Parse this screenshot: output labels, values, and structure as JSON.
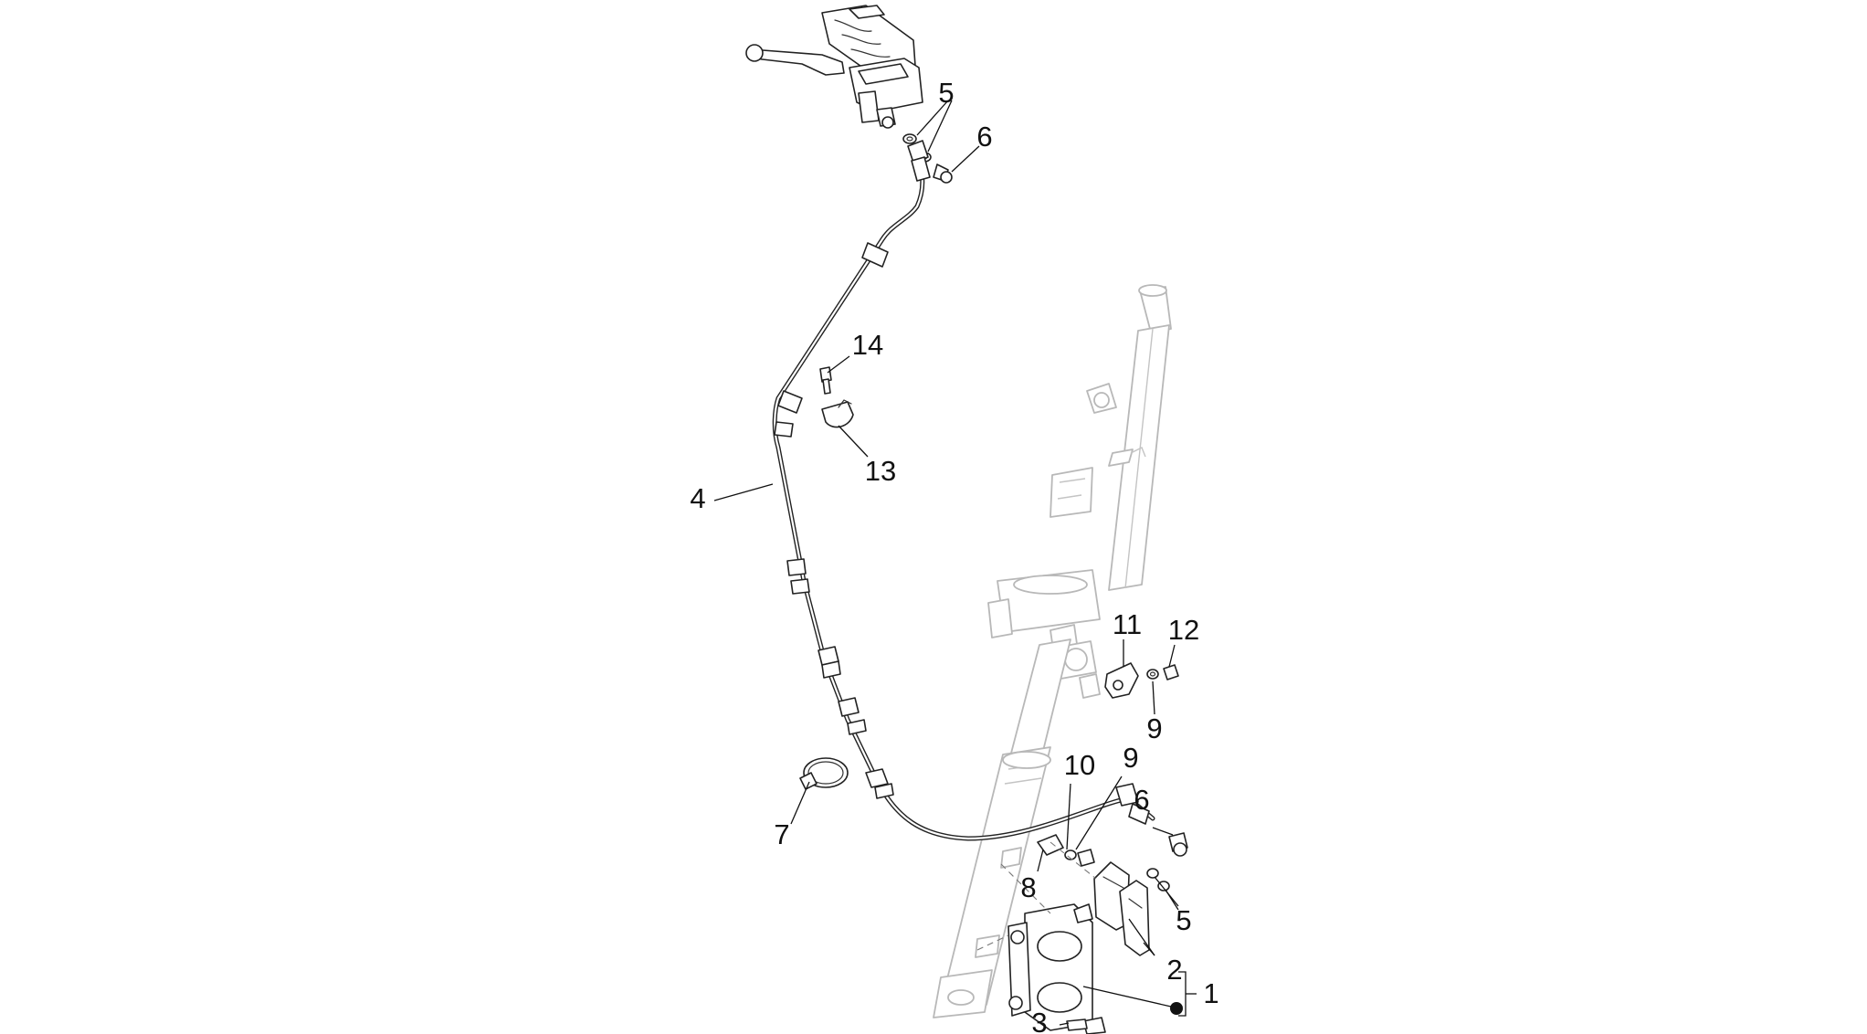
{
  "callouts": {
    "c1": "1",
    "c2": "2",
    "c3": "3",
    "c4": "4",
    "c5a": "5",
    "c5b": "5",
    "c6a": "6",
    "c6b": "6",
    "c7": "7",
    "c8": "8",
    "c9a": "9",
    "c9b": "9",
    "c10": "10",
    "c11": "11",
    "c12": "12",
    "c13": "13",
    "c14": "14"
  }
}
